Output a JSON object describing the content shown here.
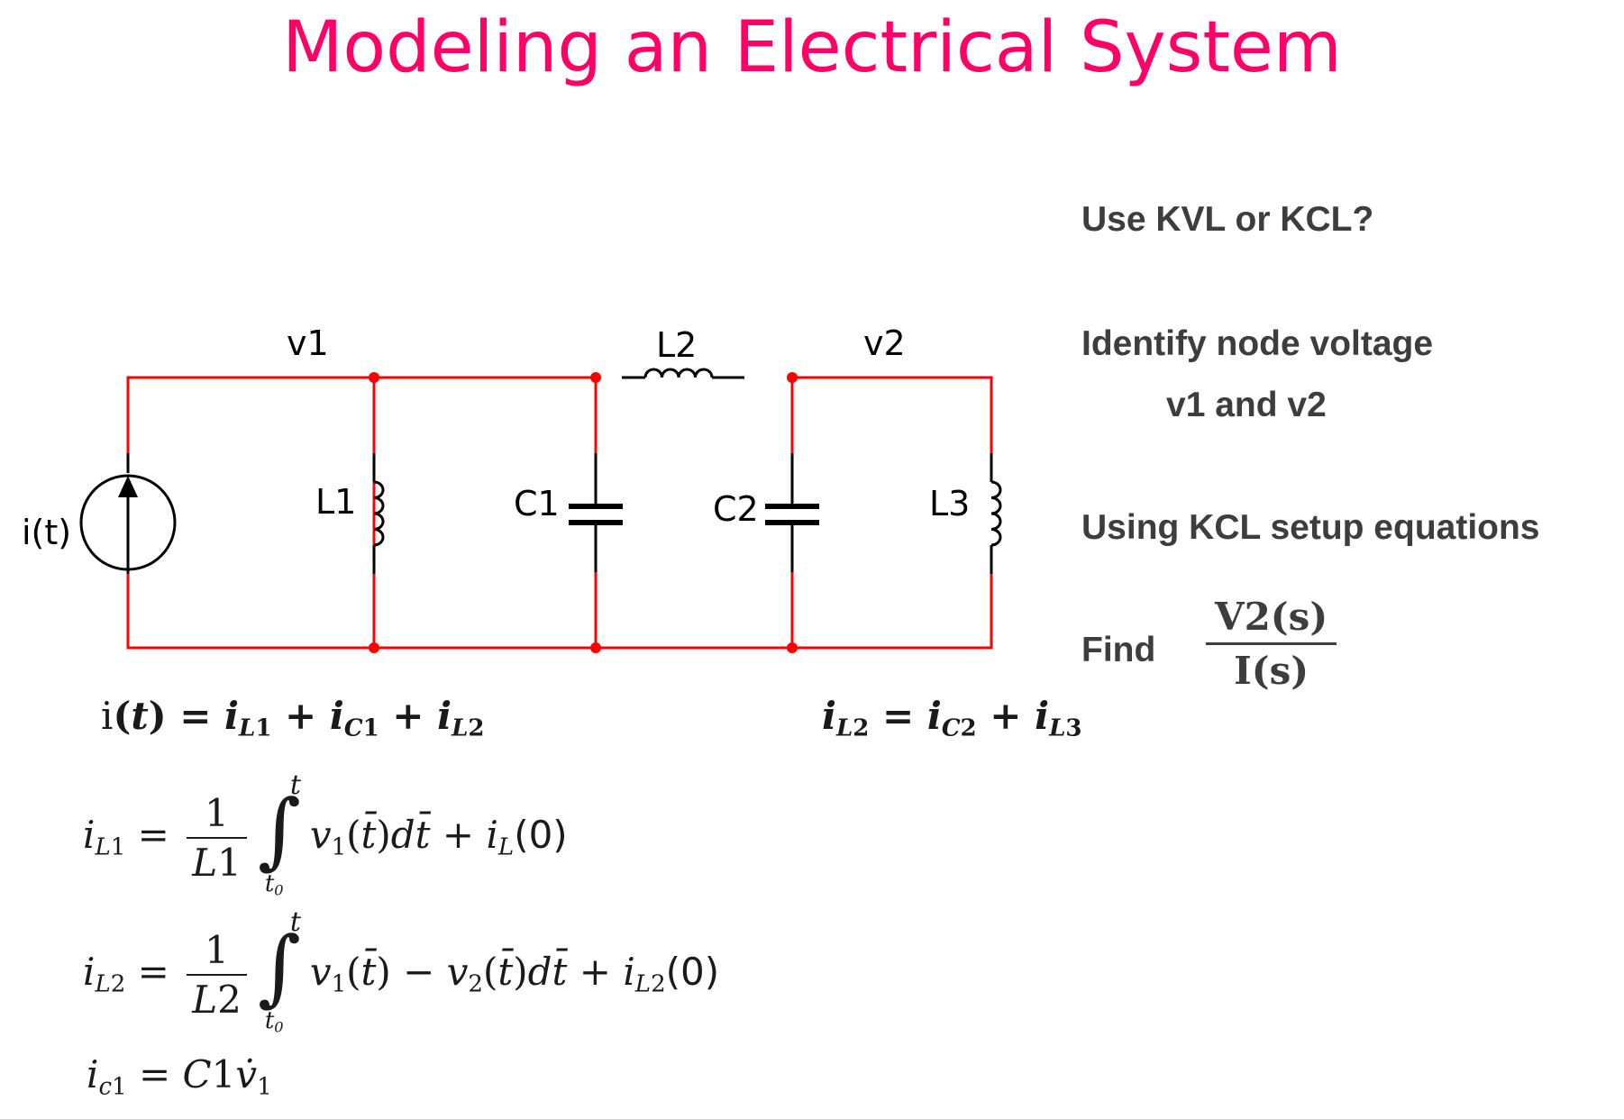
{
  "title": "Modeling an Electrical System",
  "steps": {
    "step1": "Use KVL or KCL?",
    "step2_line1": "Identify node voltage",
    "step2_line2": "v1 and v2",
    "step3": "Using KCL setup equations",
    "step4_find": "Find",
    "step4_num": "V2(s)",
    "step4_den": "I(s)"
  },
  "circuit": {
    "node1_label": "v1",
    "node2_label": "v2",
    "source_label": "i(t)",
    "L1_label": "L1",
    "L2_label": "L2",
    "L3_label": "L3",
    "C1_label": "C1",
    "C2_label": "C2",
    "wire_color": "#ff0000",
    "component_color": "#000000"
  },
  "equations": {
    "kcl1": {
      "lhs": "i(t)",
      "rhs": "= i_L1 + i_C1 + i_L2"
    },
    "kcl2": {
      "lhs": "i_L2",
      "rhs": "= i_C2 + i_L3"
    },
    "eq_iL1": {
      "lhs": "i_L1",
      "coef_num": "1",
      "coef_den": "L1",
      "upper": "t",
      "lower": "t̄0",
      "body": "v1(t̄)dt̄ + iL(0)"
    },
    "eq_iL2": {
      "lhs": "i_L2",
      "coef_num": "1",
      "coef_den": "L2",
      "upper": "t",
      "lower": "t̄0",
      "body": "v1(t̄) − v2(t̄)dt̄ + iL2(0)"
    },
    "eq_ic1": {
      "lhs": "i_c1",
      "rhs": "= C1v̇1"
    }
  },
  "colors": {
    "title": "#ff0066",
    "step_text": "#3d3d3d"
  }
}
